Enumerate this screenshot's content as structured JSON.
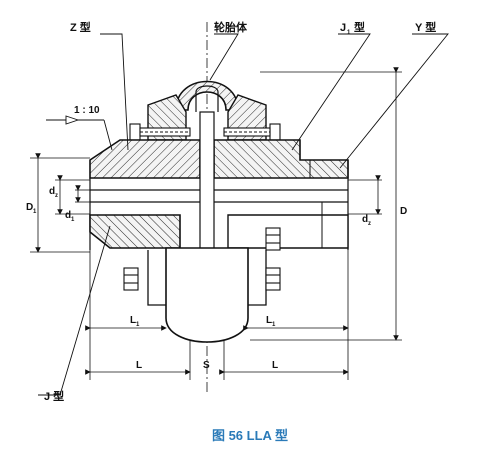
{
  "labels": {
    "z_type": "Z 型",
    "tire_body": "轮胎体",
    "j1_type_main": "J",
    "j1_type_sub": "1",
    "j1_type_suffix": "型",
    "y_type": "Y 型",
    "taper": "1 : 10",
    "j_type": "J 型"
  },
  "dimensions": {
    "d1_main": "D",
    "d1_sub": "1",
    "d_left_main": "d",
    "d_left_sub": "z",
    "d_left2_main": "d",
    "d_left2_sub": "1",
    "d_right_main": "d",
    "d_right_sub": "z",
    "D": "D",
    "L1_left_main": "L",
    "L1_left_sub": "1",
    "L1_right_main": "L",
    "L1_right_sub": "1",
    "L_left": "L",
    "S": "S",
    "L_right": "L"
  },
  "caption": "图 56  LLA 型",
  "colors": {
    "caption": "#2a7ab8",
    "line": "#111111",
    "hatch": "#111111",
    "section_fill": "#f3f3f3"
  }
}
